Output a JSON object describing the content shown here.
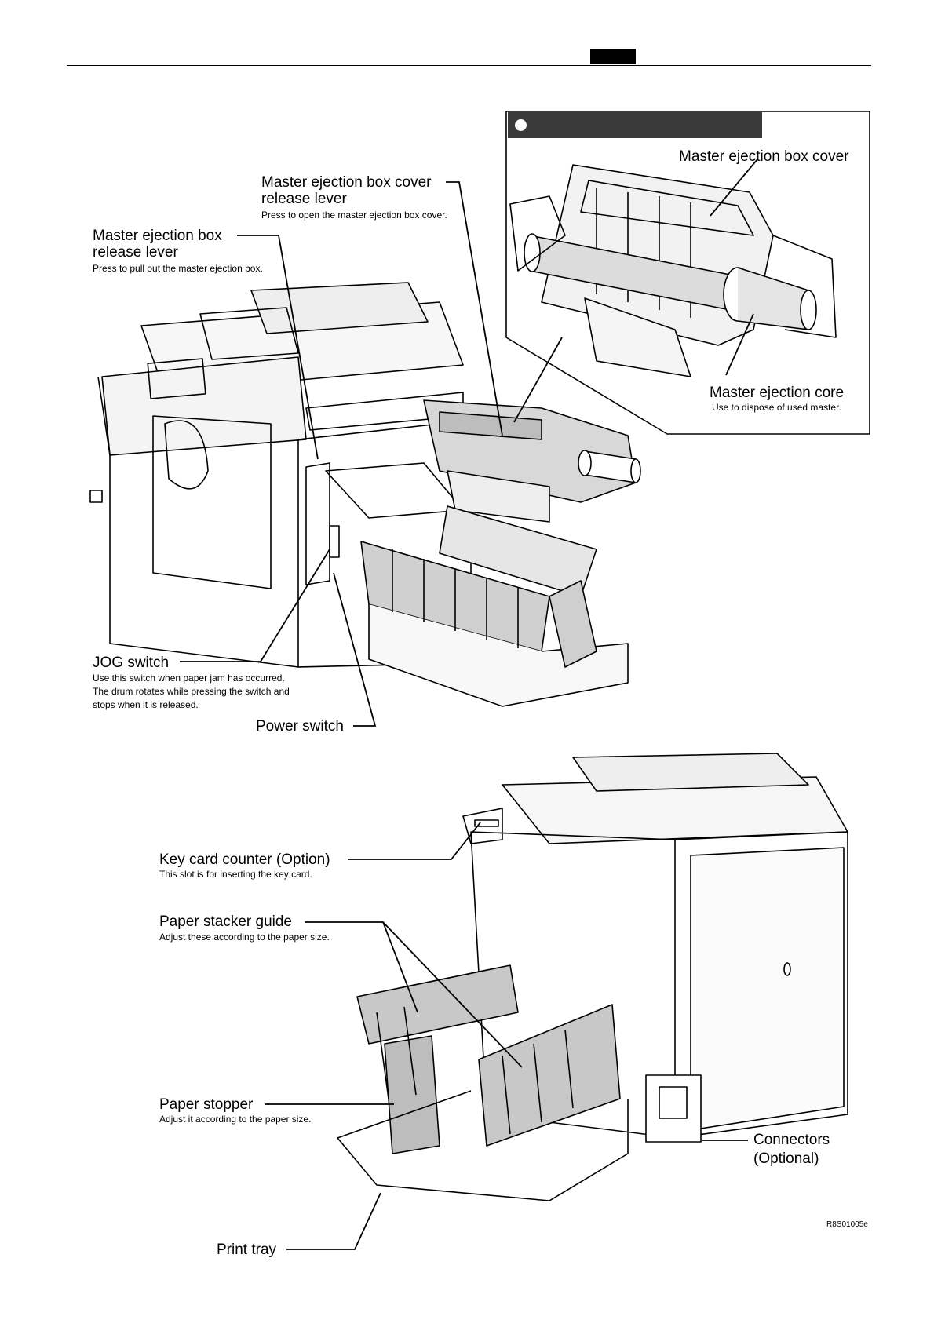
{
  "labels": {
    "master_ejection_box_cover_title": "Master ejection box cover",
    "cover_release_lever_line1": "Master ejection box cover",
    "cover_release_lever_line2": "release lever",
    "cover_release_lever_desc": "Press to open the master ejection box cover.",
    "box_release_lever_line1": "Master ejection box",
    "box_release_lever_line2": "release lever",
    "box_release_lever_desc": "Press  to pull out the master ejection box.",
    "master_ejection_core": "Master ejection core",
    "master_ejection_core_desc": "Use to dispose of used master.",
    "jog_switch": "JOG switch",
    "jog_switch_desc1": "Use this switch when paper jam has occurred.",
    "jog_switch_desc2": "The drum rotates while pressing the switch and",
    "jog_switch_desc3": "stops when it is released.",
    "power_switch": "Power switch",
    "key_card_counter": "Key card counter (Option)",
    "key_card_counter_desc": "This slot is for inserting the key card.",
    "paper_stacker_guide": "Paper stacker guide",
    "paper_stacker_guide_desc": "Adjust these according to the paper size.",
    "paper_stopper": "Paper stopper",
    "paper_stopper_desc": "Adjust it according to the paper size.",
    "connectors_line1": "Connectors",
    "connectors_line2": "(Optional)",
    "print_tray": "Print tray",
    "figure_code": "R8S01005e"
  }
}
